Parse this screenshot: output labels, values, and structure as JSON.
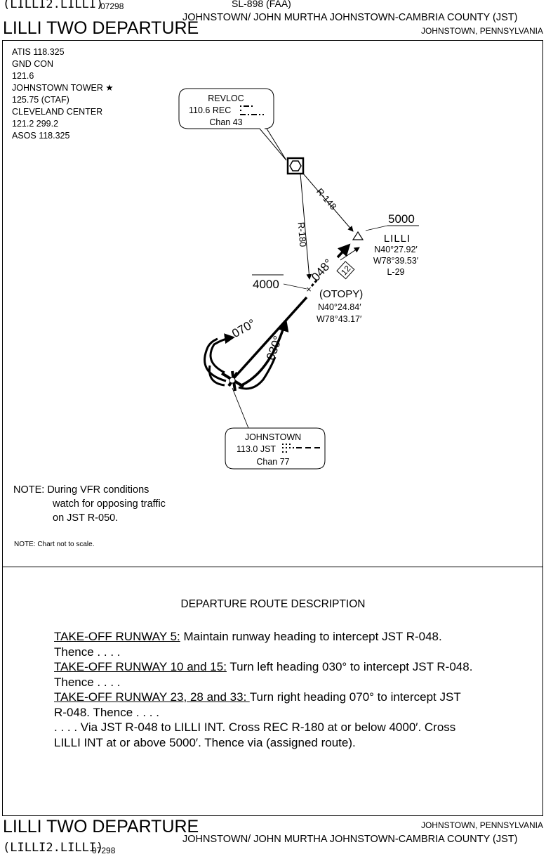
{
  "header": {
    "procedure_code": "(LILLI2.LILLI)",
    "amdt": "07298",
    "sl_number": "SL-898 (FAA)",
    "title": "LILLI TWO DEPARTURE",
    "airport": "JOHNSTOWN/ JOHN MURTHA JOHNSTOWN-CAMBRIA COUNTY (JST)",
    "city": "JOHNSTOWN, PENNSYLVANIA"
  },
  "frequencies": [
    "ATIS 118.325",
    "GND CON",
    "121.6",
    "JOHNSTOWN TOWER ★",
    "125.75 (CTAF)",
    "CLEVELAND CENTER",
    "121.2  299.2",
    "ASOS 118.325"
  ],
  "navaids": {
    "revloc": {
      "name": "REVLOC",
      "freq": "110.6 REC",
      "chan": "Chan 43"
    },
    "johnstown": {
      "name": "JOHNSTOWN",
      "freq": "113.0 JST",
      "chan": "Chan 77"
    }
  },
  "fixes": {
    "lilli": {
      "altitude": "5000",
      "name": "LILLI",
      "lat": "N40°27.92′",
      "lon": "W78°39.53′",
      "airway": "L-29"
    },
    "otopy": {
      "altitude": "4000",
      "name": "(OTOPY)",
      "lat": "N40°24.84′",
      "lon": "W78°43.17′"
    }
  },
  "route_labels": {
    "r148": "R-148",
    "r180": "R-180",
    "r048": "048°",
    "distance": "12",
    "heading_070": "070°",
    "heading_030": "030°"
  },
  "notes": {
    "vfr_line1": "NOTE:  During VFR conditions",
    "vfr_line2": "watch for opposing traffic",
    "vfr_line3": "on JST R-050.",
    "scale": "NOTE:  Chart not to scale."
  },
  "description": {
    "heading": "DEPARTURE ROUTE DESCRIPTION",
    "rwy5_label": "TAKE-OFF RUNWAY 5:",
    "rwy5_text": " Maintain runway heading to intercept JST R-048.",
    "rwy5_thence": "Thence . . . .",
    "rwy10_label": "TAKE-OFF RUNWAY 10 and 15:",
    "rwy10_text": " Turn left heading 030° to intercept JST R-048.",
    "rwy10_thence": "Thence . . . .",
    "rwy23_label": "TAKE-OFF RUNWAY 23, 28 and 33: ",
    "rwy23_text": "Turn right heading 070° to intercept JST",
    "rwy23_cont": "R-048.  Thence . . . .",
    "final_line1": ". . . . Via JST R-048 to LILLI INT.  Cross REC R-180 at or below 4000′.  Cross",
    "final_line2": "LILLI INT at or above 5000′.  Thence via (assigned route)."
  }
}
